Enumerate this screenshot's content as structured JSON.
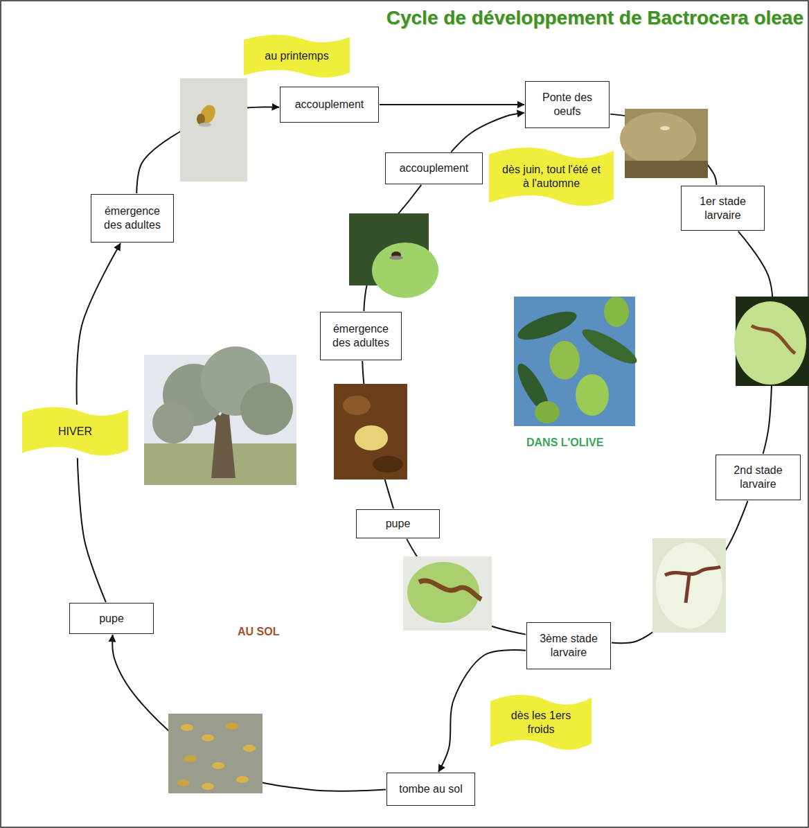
{
  "diagram": {
    "title": "Cycle de développement de Bactrocera oleae",
    "nodes": [
      {
        "text": [
          "au printemps"
        ]
      },
      {
        "text": [
          "accouplement"
        ]
      },
      {
        "text": [
          "Ponte des oeufs"
        ]
      },
      {
        "text": [
          "accouplement"
        ]
      },
      {
        "text": [
          "dès juin, tout l'été et à l'automne"
        ]
      },
      {
        "text": [
          "1er stade larvaire"
        ]
      },
      {
        "text": [
          "émergence des adultes"
        ]
      },
      {
        "text": [
          "émergence des adultes"
        ]
      },
      {
        "text": [
          "HIVER"
        ]
      },
      {
        "text": [
          "2nd stade larvaire"
        ]
      },
      {
        "text": [
          "pupe"
        ]
      },
      {
        "text": [
          "pupe"
        ]
      },
      {
        "text": [
          "3ème stade larvaire"
        ]
      },
      {
        "text": [
          "dès les 1ers froids"
        ]
      },
      {
        "text": [
          "tombe au sol"
        ]
      }
    ],
    "edges": [
      {
        "from": 11,
        "to": 8,
        "arrow": "none"
      },
      {
        "from": 8,
        "to": 6,
        "arrow": "to"
      },
      {
        "from": 6,
        "to": 1,
        "arrow": "to"
      },
      {
        "from": 1,
        "to": 2,
        "arrow": "to"
      },
      {
        "from": 2,
        "to": 5,
        "arrow": "none"
      },
      {
        "from": 5,
        "to": 9,
        "arrow": "none"
      },
      {
        "from": 9,
        "to": 12,
        "arrow": "none"
      },
      {
        "from": 12,
        "to": 10,
        "arrow": "none"
      },
      {
        "from": 10,
        "to": 7,
        "arrow": "none"
      },
      {
        "from": 7,
        "to": 3,
        "arrow": "none"
      },
      {
        "from": 3,
        "to": 2,
        "arrow": "to"
      },
      {
        "from": 12,
        "to": 14,
        "arrow": "to"
      },
      {
        "from": 14,
        "to": 11,
        "arrow": "to"
      }
    ],
    "labels": [
      "DANS L'OLIVE",
      "AU SOL"
    ]
  }
}
